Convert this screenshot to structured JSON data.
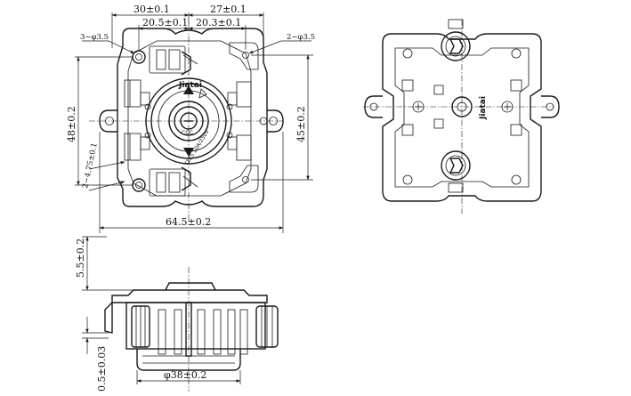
{
  "dimensions": {
    "top_left": "30±0.1",
    "top_right": "27±0.1",
    "mid_left": "20.5±0.1",
    "mid_right": "20.3±0.1",
    "holes_left": "3−φ3.5",
    "holes_right": "2−φ3.5",
    "height_48": "48±0.2",
    "height_45": "45±0.2",
    "slot": "2−4.75±0.1",
    "width_64": "64.5±0.2",
    "height_5_5": "5.5±0.2",
    "height_0_5": "0.5±0.03",
    "diameter_38": "φ38±0.2"
  },
  "labels": {
    "brand_front": "Jiatai",
    "brand_back": "Jiatai",
    "cqc": "CQC",
    "rating": "T125 10A/250V"
  }
}
